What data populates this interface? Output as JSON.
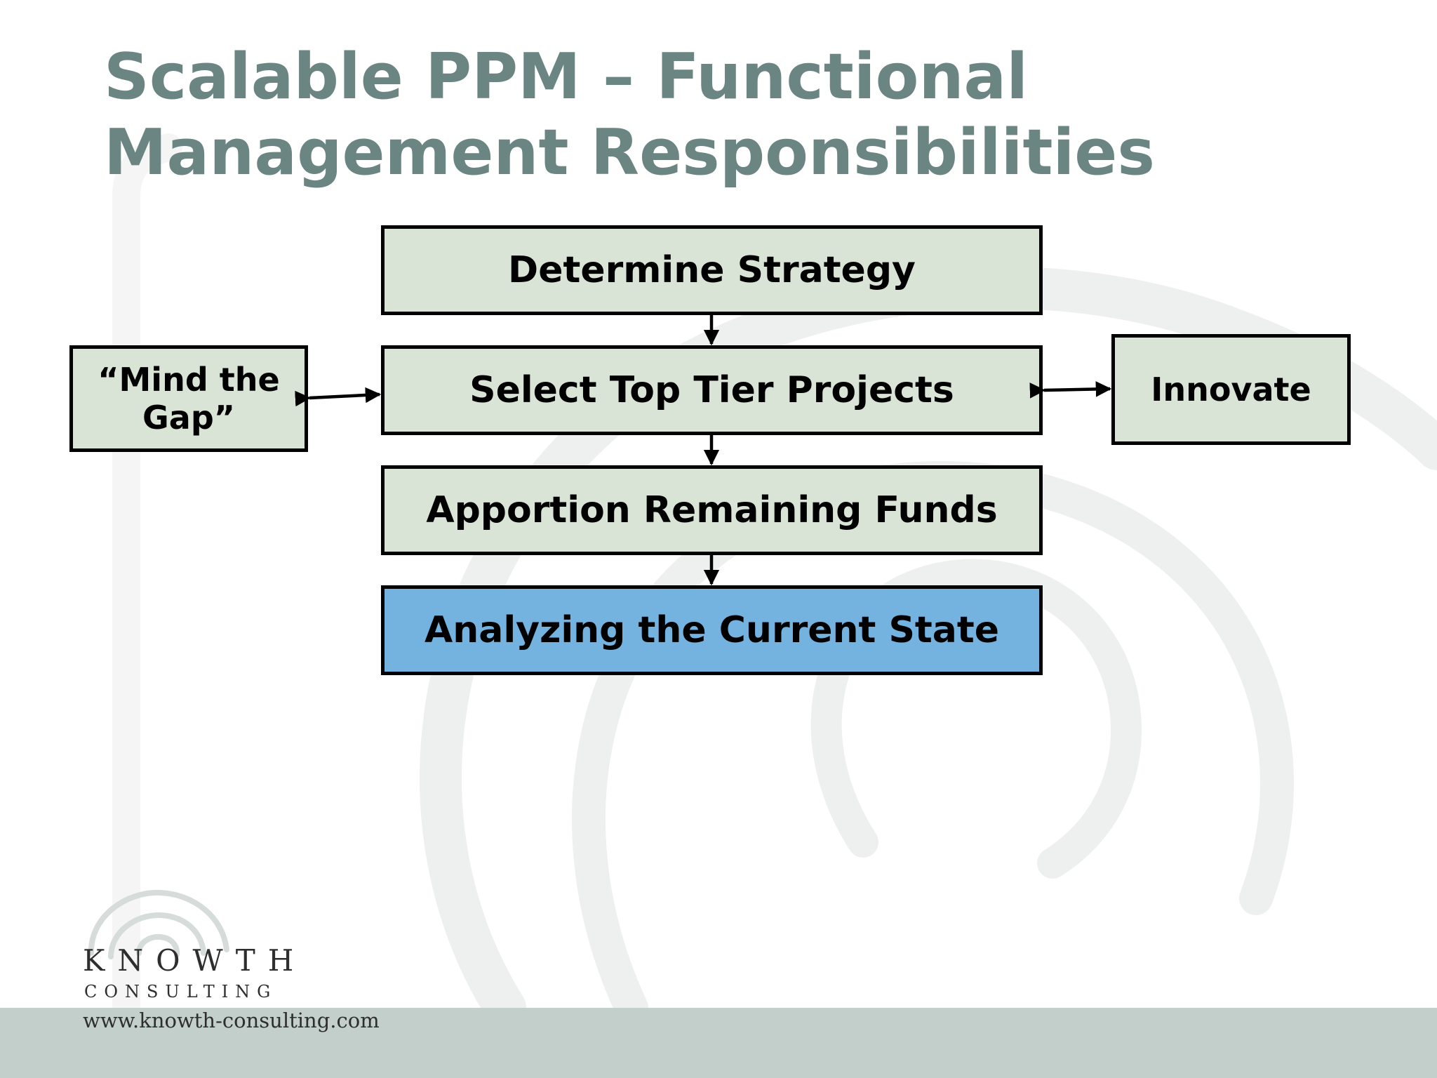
{
  "title": {
    "line1": "Scalable PPM – Functional",
    "line2": "Management Responsibilities"
  },
  "diagram": {
    "main_steps": [
      {
        "label": "Determine Strategy"
      },
      {
        "label": "Select Top Tier Projects"
      },
      {
        "label": "Apportion Remaining Funds"
      },
      {
        "label": "Analyzing the Current State",
        "highlighted": true
      }
    ],
    "left_box": {
      "label": "“Mind the Gap”"
    },
    "right_box": {
      "label": "Innovate"
    }
  },
  "logo": {
    "name": "KNOWTH",
    "subtitle": "CONSULTING",
    "url": "www.knowth-consulting.com"
  },
  "colors": {
    "title": "#6b8583",
    "box_fill": "#d9e4d6",
    "highlight_fill": "#74b2e0",
    "footer_band": "#c3cfca"
  }
}
